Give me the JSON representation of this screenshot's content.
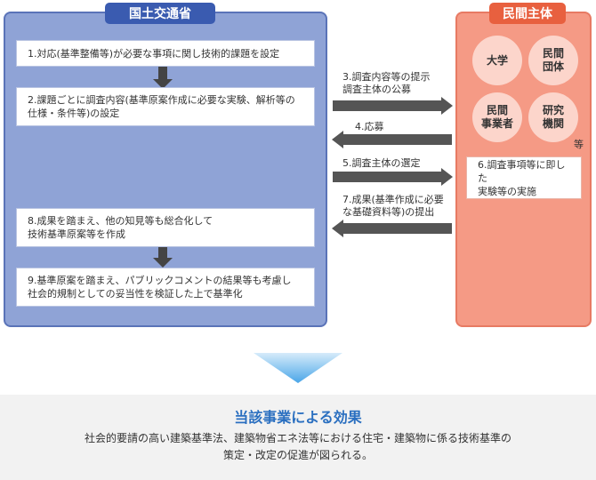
{
  "mlit": {
    "title": "国土交通省",
    "steps": [
      "1.対応(基準整備等)が必要な事項に関し技術的課題を設定",
      "2.課題ごとに調査内容(基準原案作成に必要な実験、解析等の\n仕様・条件等)の設定",
      "8.成果を踏まえ、他の知見等も総合化して\n技術基準原案等を作成",
      "9.基準原案を踏まえ、パブリックコメントの結果等も考慮し\n社会的規制としての妥当性を検証した上で基準化"
    ]
  },
  "private": {
    "title": "民間主体",
    "entities": [
      "大学",
      "民間\n団体",
      "民間\n事業者",
      "研究\n機関"
    ],
    "etc": "等",
    "step6": "6.調査事項等に即した\n実験等の実施"
  },
  "flows": [
    "3.調査内容等の提示\n調査主体の公募",
    "4.応募",
    "5.調査主体の選定",
    "7.成果(基準作成に必要\nな基礎資料等)の提出"
  ],
  "effect": {
    "title": "当該事業による効果",
    "text": "社会的要請の高い建築基準法、建築物省エネ法等における住宅・建築物に係る技術基準の\n策定・改定の促進が図られる。"
  },
  "colors": {
    "mlit_panel": "#8fa3d6",
    "mlit_header": "#3a5bb0",
    "private_panel": "#f59a85",
    "private_header": "#e8603f",
    "effect_title": "#2a6fc0"
  }
}
